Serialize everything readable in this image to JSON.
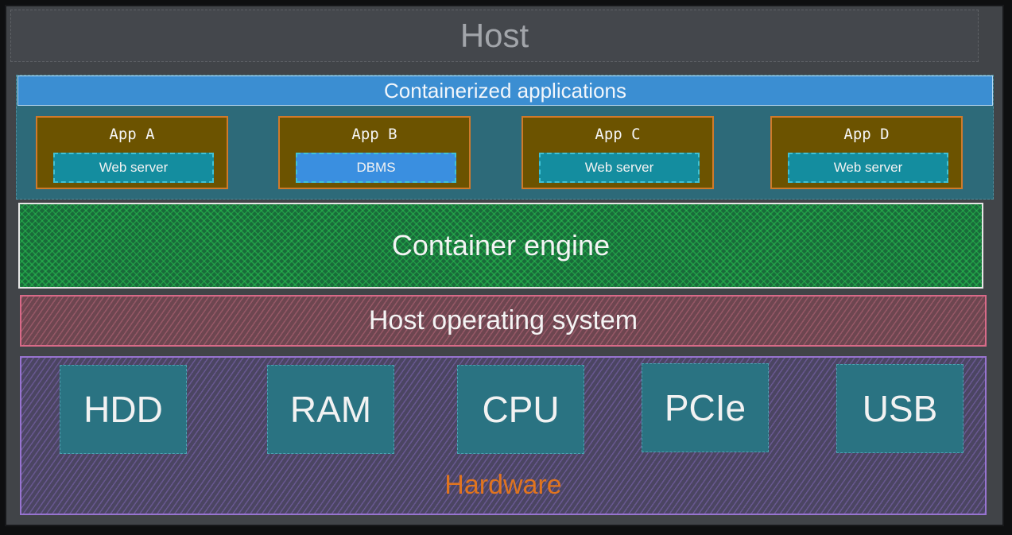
{
  "host": {
    "title": "Host"
  },
  "containerized": {
    "header": "Containerized applications",
    "apps": [
      {
        "name": "App A",
        "service": "Web server",
        "service_color": "#148d9f"
      },
      {
        "name": "App B",
        "service": "DBMS",
        "service_color": "#3a8fe0"
      },
      {
        "name": "App C",
        "service": "Web server",
        "service_color": "#148d9f"
      },
      {
        "name": "App D",
        "service": "Web server",
        "service_color": "#148d9f"
      }
    ]
  },
  "engine": {
    "label": "Container engine"
  },
  "os": {
    "label": "Host operating system"
  },
  "hardware": {
    "label": "Hardware",
    "components": [
      "HDD",
      "RAM",
      "CPU",
      "PCIe",
      "USB"
    ]
  },
  "colors": {
    "host_bg": "#414448",
    "apps_header": "#3b8ed2",
    "app_box": "#6c5300",
    "app_border": "#d07a2a",
    "engine": "#196b3a",
    "os_border": "#d86a88",
    "hardware_border": "#9874d0",
    "hardware_label": "#e0741f"
  }
}
